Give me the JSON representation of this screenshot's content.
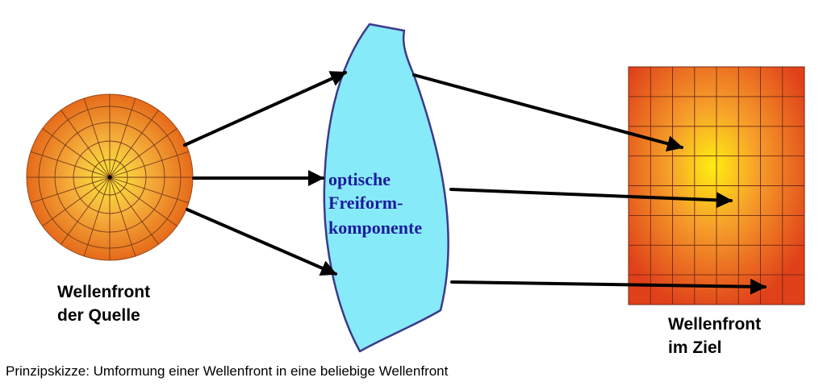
{
  "source": {
    "label_line1": "Wellenfront",
    "label_line2": "der Quelle"
  },
  "component": {
    "label_line1": "optische",
    "label_line2": "Freiform-",
    "label_line3": "komponente"
  },
  "target": {
    "label_line1": "Wellenfront",
    "label_line2": "im Ziel"
  },
  "caption": "Prinzipskizze: Umformung einer Wellenfront in eine beliebige Wellenfront",
  "colors": {
    "lens_fill": "#87eaf8",
    "lens_stroke": "#3a3a8c",
    "lens_text": "#1c1c9e",
    "arrow": "#000000",
    "source_center": "#f7ea3a",
    "source_edge": "#e66a1a",
    "target_center": "#ffee10",
    "target_edge": "#e0401a"
  }
}
